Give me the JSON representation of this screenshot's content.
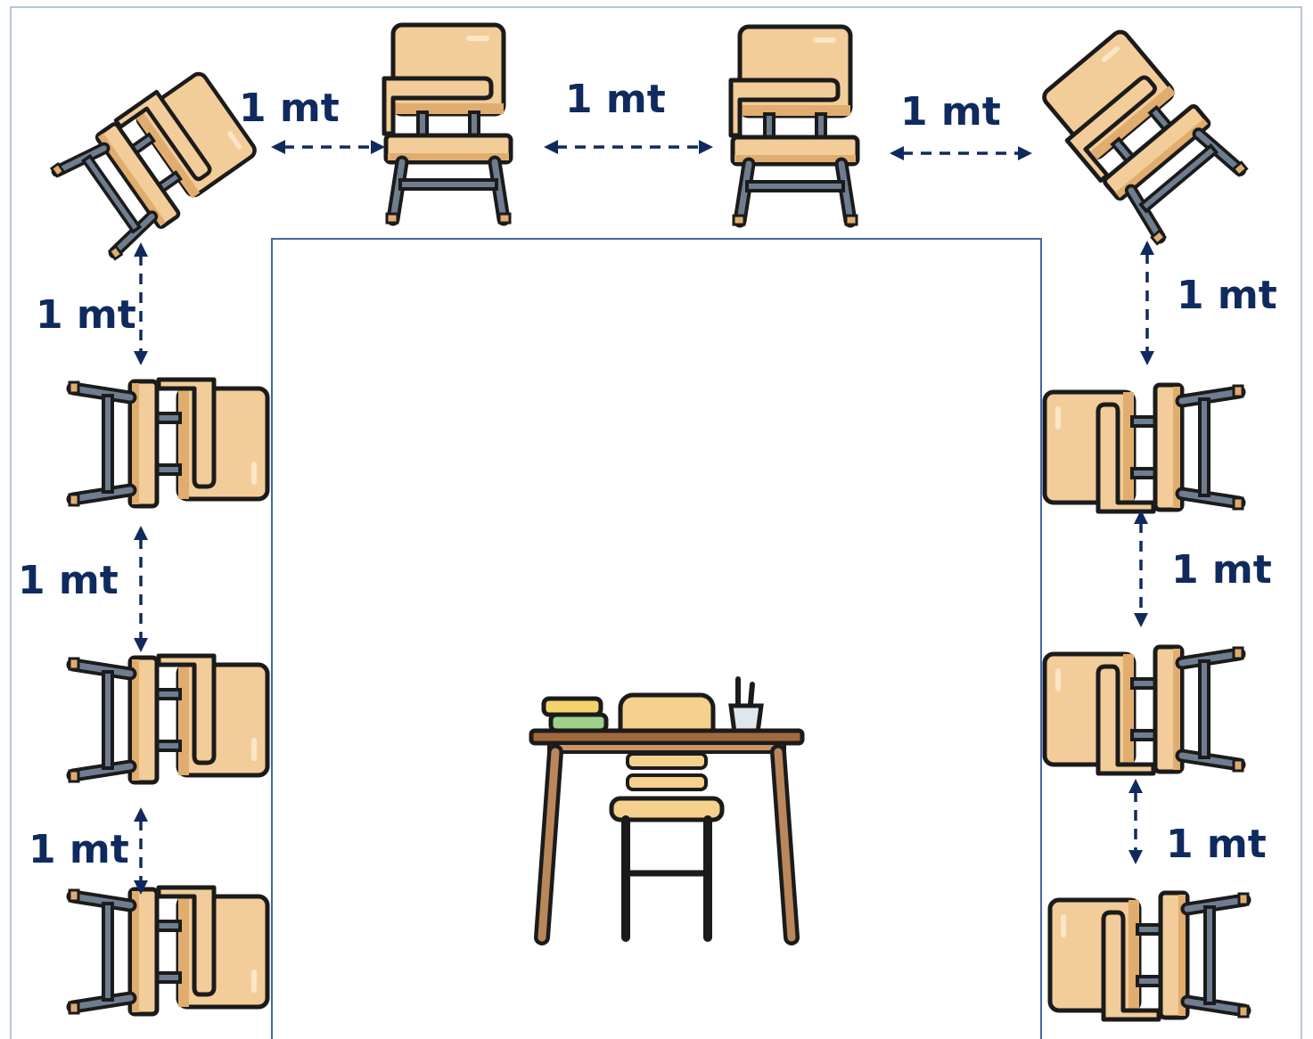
{
  "colors": {
    "background": "#ffffff",
    "frame_border": "#b8c6dc",
    "center_border": "#4466aa",
    "chair_wood": "#f2cc99",
    "chair_wood_shadow": "#e0ad6e",
    "chair_highlight": "#fbe7c7",
    "outline": "#1b1b1b",
    "metal_leg": "#6f7d90",
    "arrow": "#0f2a5e",
    "label": "#0f2a5e",
    "desk_top": "#a06a3c",
    "desk_leg": "#b9875a",
    "book_yellow": "#f4d36b",
    "book_green": "#9fd18a",
    "teacher_chair": "#f6d08d"
  },
  "icons": {
    "student_chair": "student-desk-chair-icon",
    "teacher_desk": "teacher-desk-icon"
  },
  "labels": [
    {
      "id": "top-gap-1",
      "text": "1 mt"
    },
    {
      "id": "top-gap-2",
      "text": "1 mt"
    },
    {
      "id": "top-gap-3",
      "text": "1 mt"
    },
    {
      "id": "left-gap-1",
      "text": "1 mt"
    },
    {
      "id": "left-gap-2",
      "text": "1 mt"
    },
    {
      "id": "left-gap-3",
      "text": "1 mt"
    },
    {
      "id": "right-gap-1",
      "text": "1 mt"
    },
    {
      "id": "right-gap-2",
      "text": "1 mt"
    },
    {
      "id": "right-gap-3",
      "text": "1 mt"
    }
  ]
}
